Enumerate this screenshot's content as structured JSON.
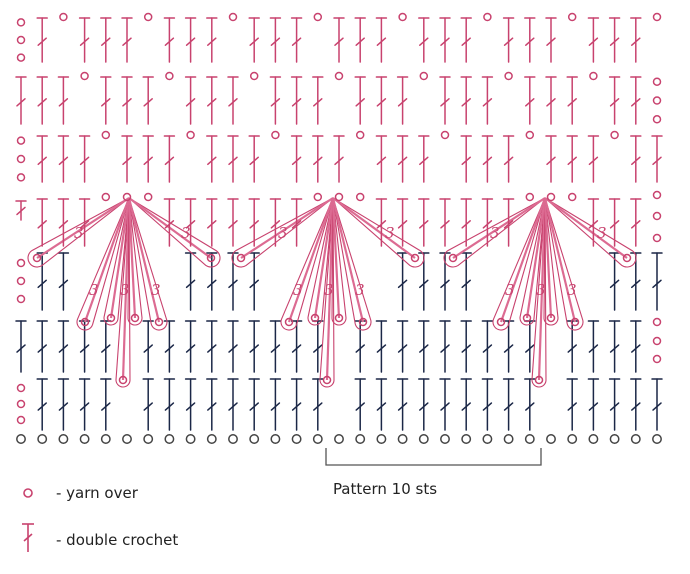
{
  "diagram": {
    "pattern_label": "Pattern 10 sts",
    "shell_count_label": "3",
    "legend": {
      "yarn_over": "-  yarn over",
      "double_crochet": "-  double crochet"
    }
  },
  "colors": {
    "pink": "#c8426e",
    "pink_light": "#dc6b92",
    "navy": "#1b2747",
    "chain_gray": "#444444",
    "bracket": "#555555"
  }
}
